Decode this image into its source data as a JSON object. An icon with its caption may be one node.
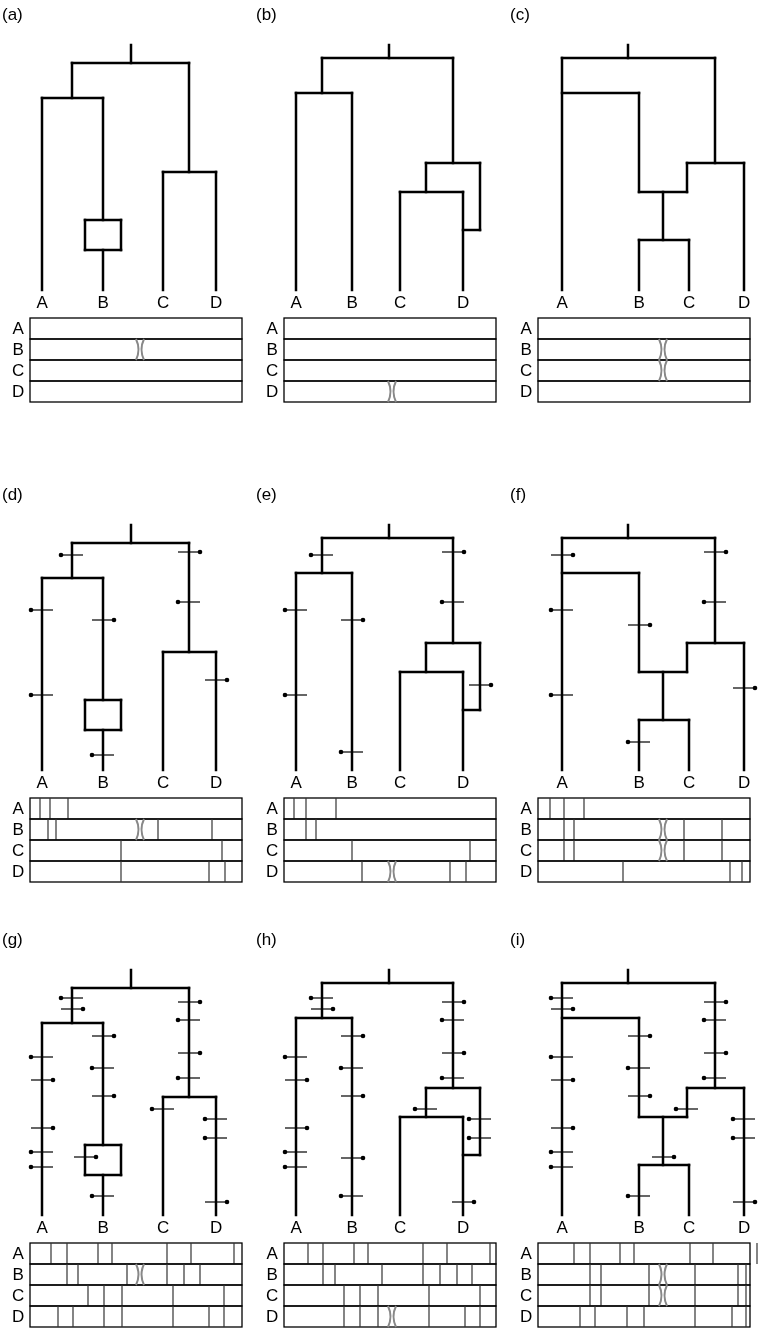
{
  "diagram": {
    "labels": [
      "(a)",
      "A",
      "B",
      "C",
      "D",
      "A",
      "B",
      "C",
      "D",
      "(b)",
      "A",
      "B",
      "C",
      "D",
      "A",
      "B",
      "C",
      "D",
      "(c)",
      "A",
      "B",
      "C",
      "D",
      "A",
      "B",
      "C",
      "D",
      "(d)",
      "A",
      "B",
      "C",
      "D",
      "A",
      "B",
      "C",
      "D",
      "(e)",
      "A",
      "B",
      "C",
      "D",
      "A",
      "B",
      "C",
      "D",
      "(f)",
      "A",
      "B",
      "C",
      "D",
      "A",
      "B",
      "C",
      "D",
      "(g)",
      "A",
      "B",
      "C",
      "D",
      "A",
      "B",
      "C",
      "D",
      "(h)",
      "A",
      "B",
      "C",
      "D",
      "A",
      "B",
      "C",
      "D",
      "(i)",
      "A",
      "B",
      "C",
      "D",
      "A",
      "B",
      "C",
      "D"
    ]
  }
}
